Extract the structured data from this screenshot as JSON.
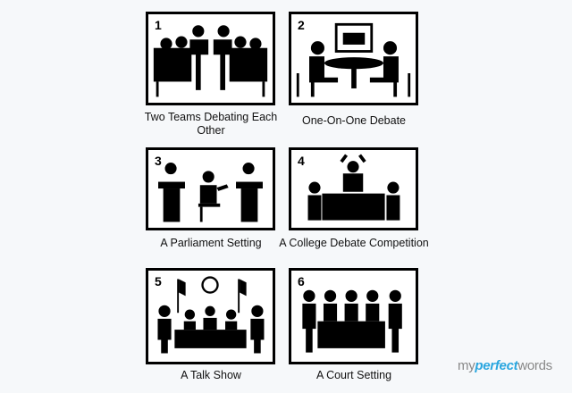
{
  "panels": [
    {
      "number": "1",
      "caption": "Two Teams Debating Each Other"
    },
    {
      "number": "2",
      "caption": "One-On-One Debate"
    },
    {
      "number": "3",
      "caption": "A Parliament Setting"
    },
    {
      "number": "4",
      "caption": "A College Debate Competition"
    },
    {
      "number": "5",
      "caption": "A Talk Show"
    },
    {
      "number": "6",
      "caption": "A Court Setting"
    }
  ],
  "logo": {
    "prefix": "my",
    "highlight": "perfect",
    "suffix": "words",
    "highlight_color": "#2aa6df"
  }
}
